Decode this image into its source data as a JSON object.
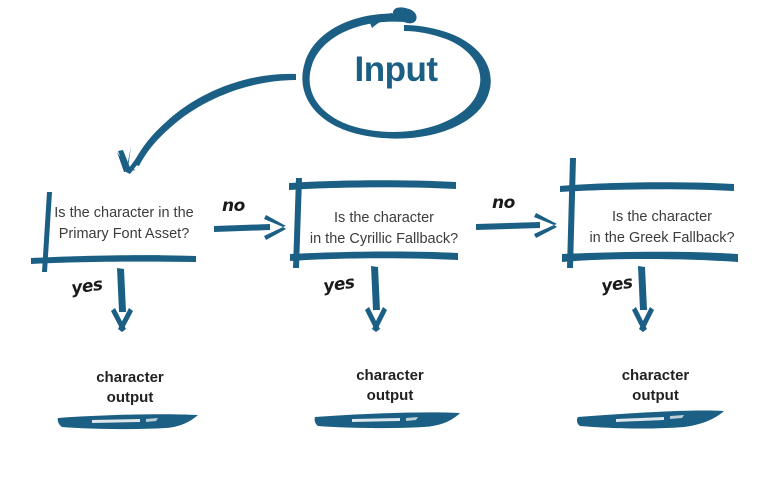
{
  "diagram": {
    "title_node": {
      "label": "Input",
      "shape": "hand-drawn-ellipse",
      "color": "#1b5f85"
    },
    "colors": {
      "ink_blue": "#1b5f85",
      "ink_blue_dark": "#17536f",
      "text_dark": "#3c3c3c",
      "label_black": "#1a1a1a",
      "background": "#ffffff"
    },
    "decisions": [
      {
        "id": "primary-font-asset",
        "line1": "Is the character  in the",
        "line2": "Primary Font Asset?",
        "yes_label": "yes",
        "no_label": "no"
      },
      {
        "id": "cyrillic-fallback",
        "line1": "Is the character",
        "line2": "in the Cyrillic Fallback?",
        "yes_label": "yes",
        "no_label": "no"
      },
      {
        "id": "greek-fallback",
        "line1": "Is the character",
        "line2": "in the Greek Fallback?",
        "yes_label": "yes",
        "no_label": ""
      }
    ],
    "outputs": [
      {
        "id": "output-1",
        "line1": "character",
        "line2": "output"
      },
      {
        "id": "output-2",
        "line1": "character",
        "line2": "output"
      },
      {
        "id": "output-3",
        "line1": "character",
        "line2": "output"
      }
    ]
  }
}
